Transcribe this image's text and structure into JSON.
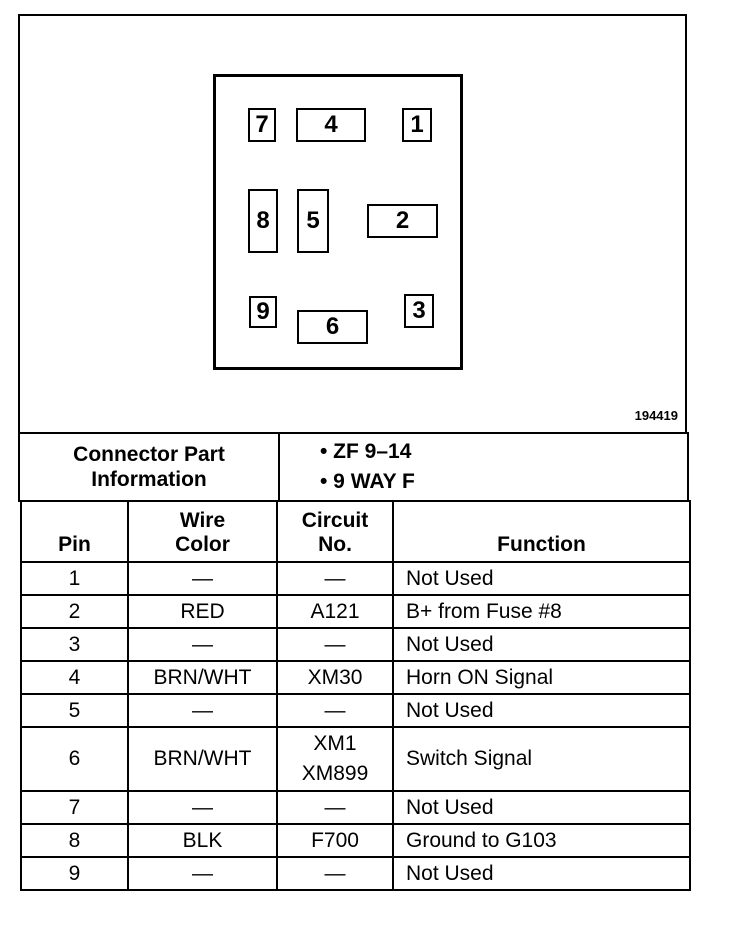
{
  "figure_number": "194419",
  "connector_pins": [
    "7",
    "4",
    "1",
    "8",
    "5",
    "2",
    "9",
    "6",
    "3"
  ],
  "connector_part_info": {
    "label_line1": "Connector Part",
    "label_line2": "Information",
    "values": [
      "• ZF 9–14",
      "• 9 WAY F"
    ]
  },
  "headers": {
    "pin": "Pin",
    "wire_line1": "Wire",
    "wire_line2": "Color",
    "circuit_line1": "Circuit",
    "circuit_line2": "No.",
    "function": "Function"
  },
  "rows": [
    {
      "pin": "1",
      "wire": "—",
      "circuit": "—",
      "function": "Not Used"
    },
    {
      "pin": "2",
      "wire": "RED",
      "circuit": "A121",
      "function": "B+ from Fuse #8"
    },
    {
      "pin": "3",
      "wire": "—",
      "circuit": "—",
      "function": "Not Used"
    },
    {
      "pin": "4",
      "wire": "BRN/WHT",
      "circuit": "XM30",
      "function": "Horn ON Signal"
    },
    {
      "pin": "5",
      "wire": "—",
      "circuit": "—",
      "function": "Not Used"
    },
    {
      "pin": "6",
      "wire": "BRN/WHT",
      "circuit": "XM1",
      "circuit2": "XM899",
      "function": "Switch Signal"
    },
    {
      "pin": "7",
      "wire": "—",
      "circuit": "—",
      "function": "Not Used"
    },
    {
      "pin": "8",
      "wire": "BLK",
      "circuit": "F700",
      "function": "Ground to G103"
    },
    {
      "pin": "9",
      "wire": "—",
      "circuit": "—",
      "function": "Not Used"
    }
  ]
}
